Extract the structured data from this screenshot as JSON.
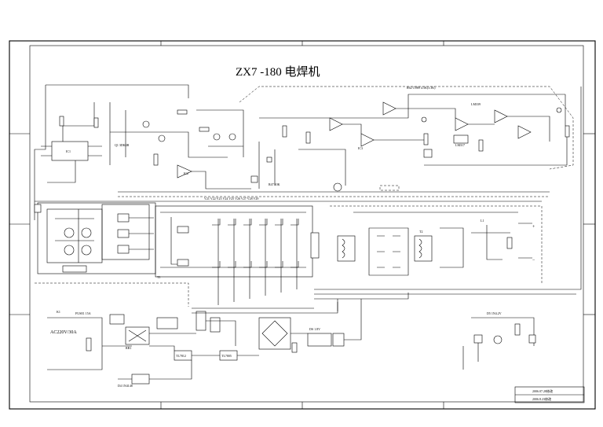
{
  "title": "ZX7 -180    电焊机",
  "labels": {
    "ac_input": "AC220V/30A",
    "ic1": "IC1",
    "ic2": "IC2",
    "ic3": "IC3",
    "t1": "T1",
    "lm339": "LM339",
    "lm317": "LM317",
    "tl7812": "TL7812",
    "tl7805": "TL7805",
    "k1": "K1",
    "r_b1": "RB1",
    "plus_terminal": "+",
    "minus_terminal": "−",
    "display": "DS  1.8V",
    "q1": "Q1  3DK4B",
    "r_sense": "R47  10K",
    "note_top": "R62  C9B9  4.5K(3.3K)",
    "note_bus": "V21 V22 V23 V24 V25 V26 V27 V28 V29",
    "t2": "T2",
    "l1": "L1",
    "diode_bank": "D4   1N4148",
    "regulator": "D5  1N4.2V",
    "fuse": "FUSE1  15A"
  },
  "title_block": {
    "date_1": "2006.07.28修改",
    "date_2": "2006.8.23修改"
  },
  "colors": {
    "ink": "#000000",
    "paper": "#ffffff"
  }
}
